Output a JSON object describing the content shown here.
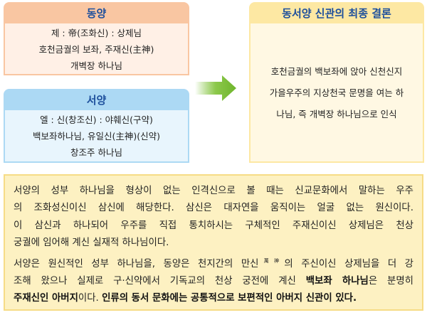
{
  "east": {
    "title": "동양",
    "lines": [
      "제 : 帝(조화신) : 상제님",
      "호천금궐의 보좌, 주재신(主神)",
      "개벽장 하나님"
    ]
  },
  "west": {
    "title": "서양",
    "lines": [
      "엘 : 신(창조신) : 야훼신(구약)",
      "백보좌하나님, 유일신(主神)(신약)",
      "창조주 하나님"
    ]
  },
  "conclusion": {
    "title": "동서양 신관의 최종 결론",
    "lines": [
      "호천금궐의 백보좌에 앉아 신천신지",
      "가을우주의 지상천국 문명을 여는 하",
      "나님, 즉 개벽장 하나님으로 인식"
    ]
  },
  "arrow_icon": "right-arrow-icon",
  "colors": {
    "east": "#f9c6a2",
    "west": "#acd9f4",
    "conclusion": "#fde8a3",
    "arrow": "#7ec23a",
    "title": "#1d4f9c"
  },
  "summary": {
    "l1": "서양의 성부 하나님을 형상이 없는 인격신으로 볼 때는 신교문화에서 말하는 우주",
    "l2": "의 조화성신이신 삼신에 해당한다. 삼신은 대자연을 움직이는 얼굴 없는 원신이다.",
    "l3": "이 삼신과 하나되어 우주를 직접 통치하시는 구체적인 주재신이신 상제님은 천상",
    "l4": "궁궐에 임어해 계신 실재적 하나님이다.",
    "l5a": "서양은 원신적인 성부 하나님을, 동양은 천지간의 만신",
    "l5sup": "萬神",
    "l5b": "의 주신이신 상제님을 더 강",
    "l6a": "조해 왔으나 실제로 구·신약에서 기독교의 천상 궁전에 계신 ",
    "l6bold": "백보좌 하나님",
    "l6b": "은 분명히",
    "l7bold": "주재신인 아버지",
    "l7a": "이다. ",
    "l7bold2": "인류의 동서 문화에는 공통적으로 보편적인 아버지 신관이 있다."
  }
}
